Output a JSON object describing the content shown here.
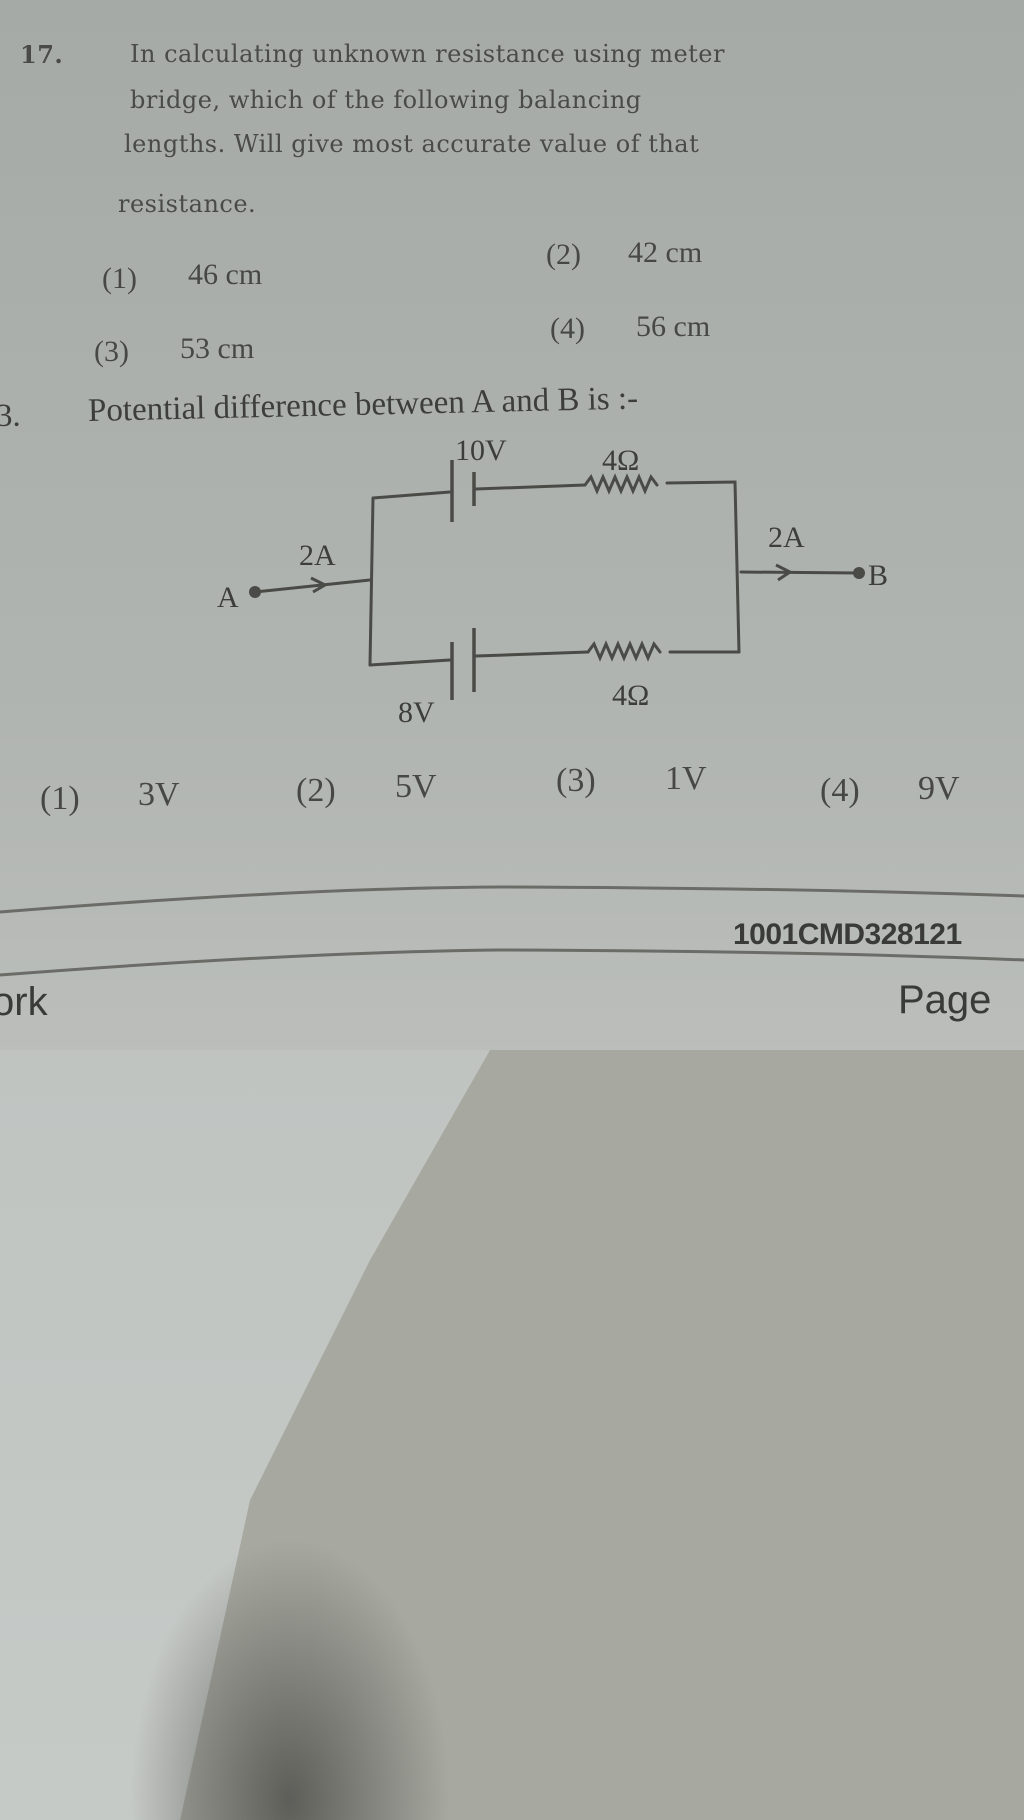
{
  "page": {
    "background_color": "#a8aca8",
    "text_color": "#3f403d"
  },
  "question17": {
    "number": "17.",
    "lines": [
      "In calculating unknown resistance using meter",
      "bridge,  which  of  the  following  balancing",
      "lengths. Will give most accurate value of that",
      "resistance."
    ],
    "options": [
      {
        "label": "(1)",
        "value": "46 cm"
      },
      {
        "label": "(2)",
        "value": "42 cm"
      },
      {
        "label": "(3)",
        "value": "53 cm"
      },
      {
        "label": "(4)",
        "value": "56 cm"
      }
    ]
  },
  "question18": {
    "number": "3.",
    "text": "Potential difference between A and B is :-",
    "circuit": {
      "node_a": "A",
      "node_b": "B",
      "current_in": "2A",
      "current_out": "2A",
      "top_battery": "10V",
      "top_resistor": "4Ω",
      "bottom_battery": "8V",
      "bottom_resistor": "4Ω"
    },
    "options": [
      {
        "label": "(1)",
        "value": "3V"
      },
      {
        "label": "(2)",
        "value": "5V"
      },
      {
        "label": "(3)",
        "value": "1V"
      },
      {
        "label": "(4)",
        "value": "9V"
      }
    ]
  },
  "footer": {
    "code": "1001CMD328121",
    "left_word": "ork",
    "right_word": "Page"
  }
}
